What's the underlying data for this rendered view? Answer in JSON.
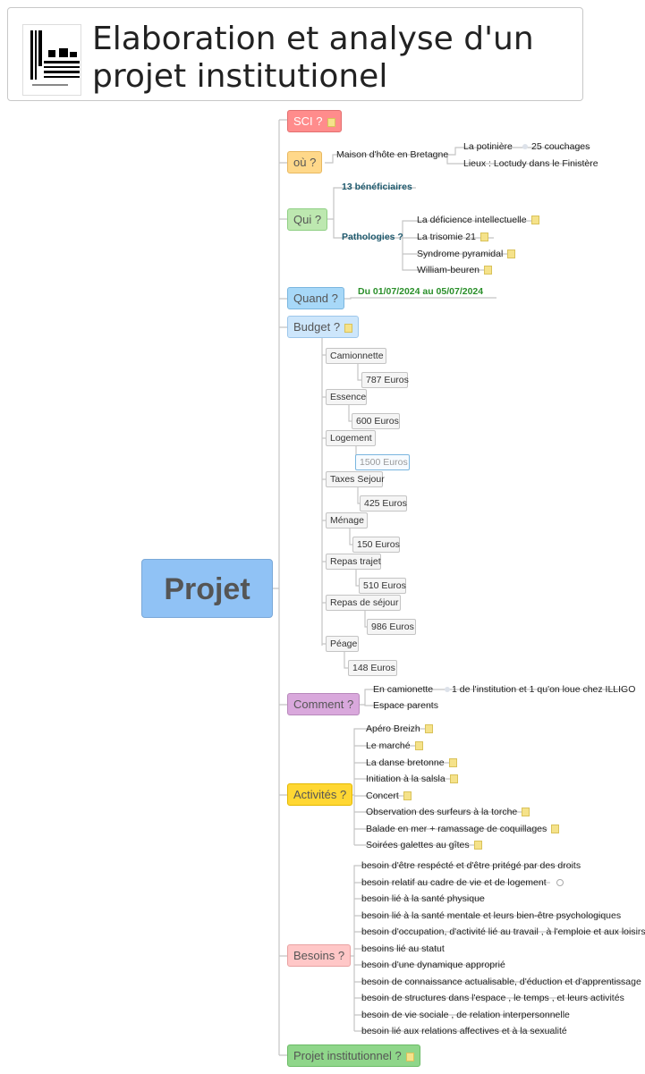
{
  "title": "Elaboration et analyse d'un projet institutionel",
  "central": "Projet",
  "branches": {
    "sci": "SCI ?",
    "ou": "où ?",
    "qui": "Qui ?",
    "quand": "Quand ?",
    "budget": "Budget ?",
    "comment": "Comment ?",
    "activites": "Activités ?",
    "besoins": "Besoins ?",
    "projet": "Projet institutionnel ?"
  },
  "ou": {
    "maison": "Maison d'hôte en Bretagne",
    "potiniere": "La potinière",
    "couchages": "25 couchages",
    "lieux": "Lieux : Loctudy dans le Finistère"
  },
  "qui": {
    "beneficiaires": "13 bénéficiaires",
    "pathologies": "Pathologies ?",
    "items": [
      "La déficience intellectuelle",
      "La trisomie 21",
      "Syndrome pyramidal",
      "William-beuren"
    ]
  },
  "quand": {
    "dates": "Du 01/07/2024 au 05/07/2024"
  },
  "budget": [
    {
      "label": "Camionnette",
      "value": "787 Euros"
    },
    {
      "label": "Essence",
      "value": "600 Euros"
    },
    {
      "label": "Logement",
      "value": "1500 Euros"
    },
    {
      "label": "Taxes Sejour",
      "value": "425 Euros"
    },
    {
      "label": "Ménage",
      "value": "150 Euros"
    },
    {
      "label": "Repas trajet",
      "value": "510 Euros"
    },
    {
      "label": "Repas de séjour",
      "value": "986 Euros"
    },
    {
      "label": "Péage",
      "value": "148 Euros"
    }
  ],
  "comment": {
    "camionnette": "En camionette",
    "detail": "1 de l'institution et 1 qu'on loue chez ILLIGO",
    "parents": "Espace parents"
  },
  "activites": [
    "Apéro Breizh",
    "Le marché",
    "La danse bretonne",
    "Initiation à la salsla",
    "Concert",
    "Observation des surfeurs à la torche",
    "Balade en mer + ramassage de coquillages",
    "Soirées galettes au gîtes"
  ],
  "besoins": [
    "besoin d'être respécté et d'être pritégé par des droits",
    "besoin relatif au cadre de vie et de logement",
    "besoin lié à la santé  physique",
    "besoin lié à la santé mentale et leurs bien-être psychologiques",
    "besoin d'occupation, d'activité lié au travail , à l'emploie et aux loisirs",
    "besoins lié au statut",
    "besoin d'une dynamique approprié",
    "besoin de connaissance actualisable, d'éduction et d'apprentissage",
    "besoin de structures dans l'espace , le temps , et leurs activités",
    "besoin de vie sociale , de relation interpersonnelle",
    "besoin lié aux relations affectives et à la sexualité"
  ]
}
